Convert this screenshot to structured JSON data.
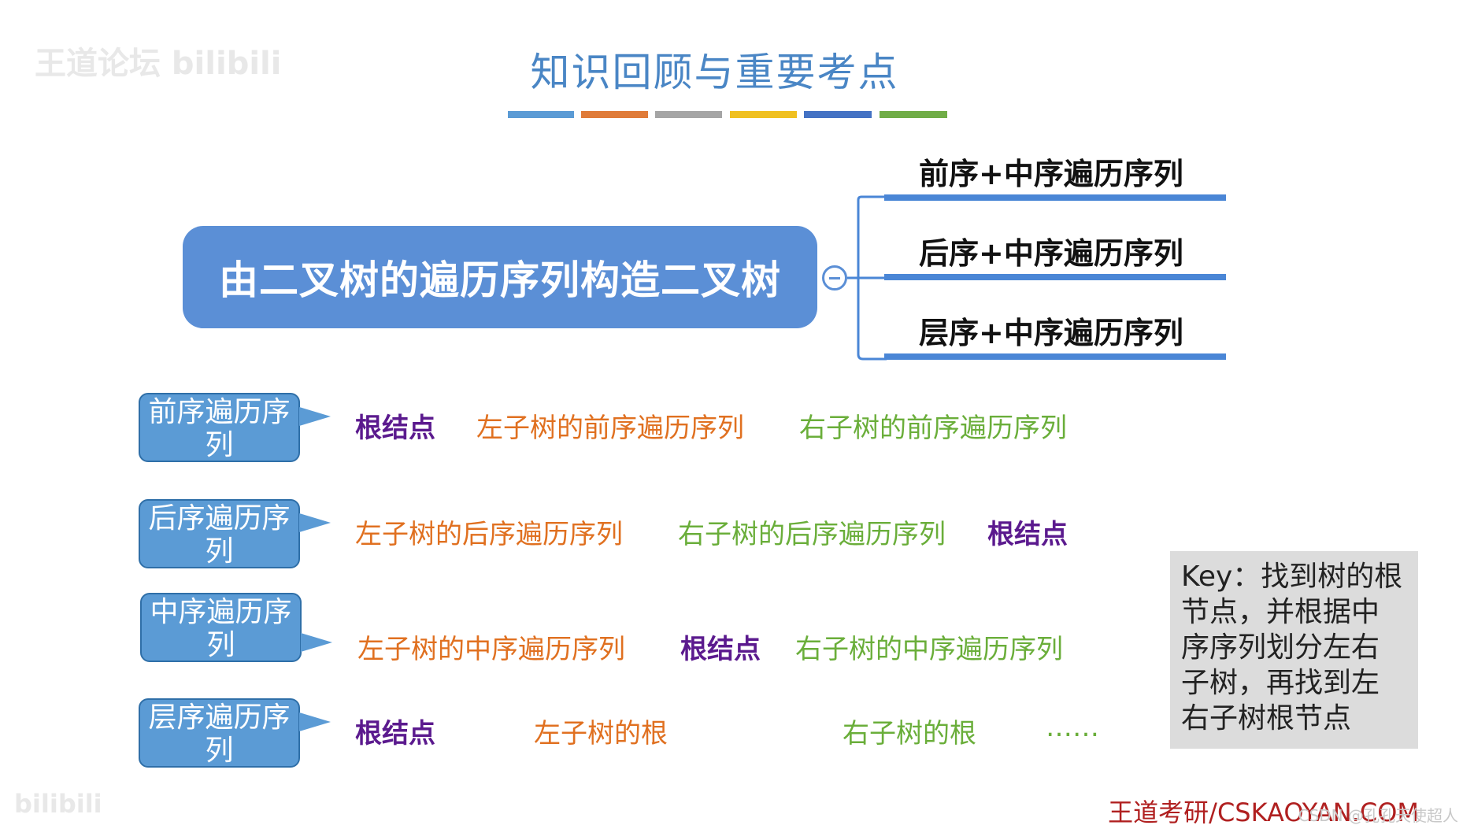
{
  "watermark": {
    "top": "王道论坛 bilibili",
    "bottom": "bilibili"
  },
  "title": "知识回顾与重要考点",
  "title_bar_colors": [
    "#5b9bd5",
    "#e07b39",
    "#a5a5a5",
    "#f0c020",
    "#4472c4",
    "#70ad47"
  ],
  "mindmap": {
    "main": "由二叉树的遍历序列构造二叉树",
    "branches": [
      "前序+中序遍历序列",
      "后序+中序遍历序列",
      "层序+中序遍历序列"
    ]
  },
  "rows": [
    {
      "label": "前序遍历序列",
      "segments": [
        "根结点",
        "左子树的前序遍历序列",
        "右子树的前序遍历序列"
      ]
    },
    {
      "label": "后序遍历序列",
      "segments": [
        "左子树的后序遍历序列",
        "右子树的后序遍历序列",
        "根结点"
      ]
    },
    {
      "label": "中序遍历序列",
      "segments": [
        "左子树的中序遍历序列",
        "根结点",
        "右子树的中序遍历序列"
      ]
    },
    {
      "label": "层序遍历序列",
      "segments": [
        "根结点",
        "左子树的根",
        "右子树的根",
        "……"
      ]
    }
  ],
  "key": "Key：找到树的根节点，并根据中序序列划分左右子树，再找到左右子树根节点",
  "footer": "王道考研/CSKAOYAN.COM",
  "csdn_watermark": "CSDN @孔孔天使超人"
}
